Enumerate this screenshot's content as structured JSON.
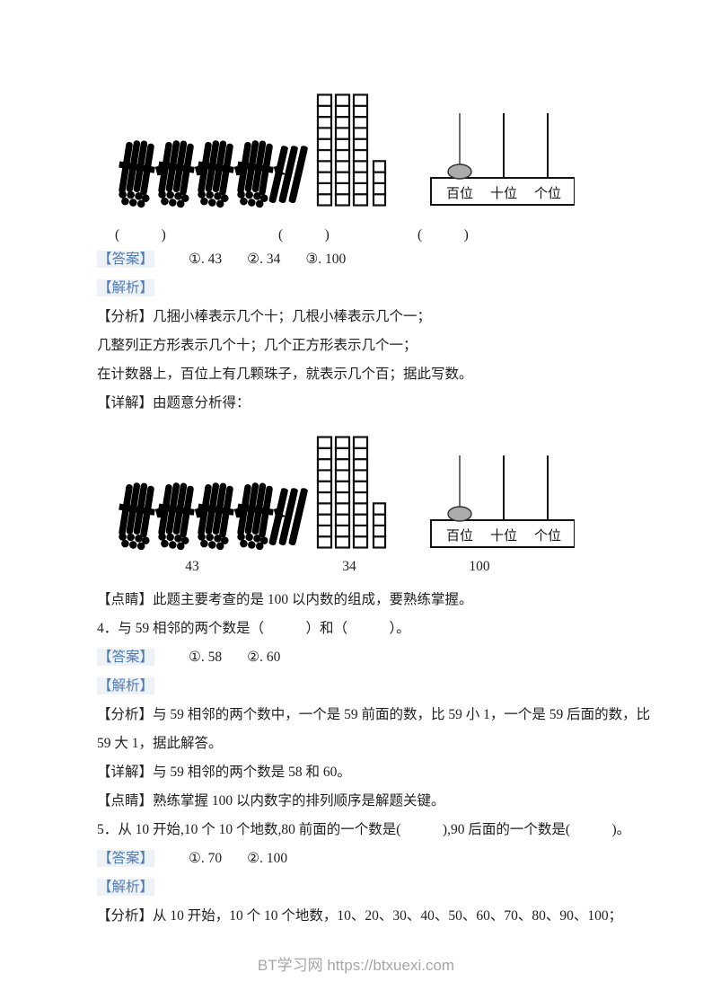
{
  "colors": {
    "marker_blue": "#4d7cb8",
    "marker_bg": "#eef2f7",
    "body_text": "#1f1f1f",
    "footer_gray": "#a6a6a6"
  },
  "q3": {
    "figure": {
      "bundles_count": 4,
      "loose_sticks_count": 3,
      "square_columns": [
        10,
        10,
        10,
        4
      ],
      "abacus_labels": [
        "百位",
        "十位",
        "个位"
      ],
      "abacus_beads": [
        1,
        0,
        0
      ],
      "bracket_blanks": [
        "(　　　)",
        "(　　　)",
        "(　　　)"
      ],
      "answer_numbers": [
        "43",
        "34",
        "100"
      ]
    },
    "answer": {
      "label": "【答案】",
      "items": [
        "①. 43",
        "②. 34",
        "③. 100"
      ]
    },
    "jiexi": "【解析】",
    "fenxi_lines": [
      "【分析】几捆小棒表示几个十；几根小棒表示几个一；",
      "几整列正方形表示几个十；几个正方形表示几个一；",
      "在计数器上，百位上有几颗珠子，就表示几个百；据此写数。"
    ],
    "xiangjie": "【详解】由题意分析得：",
    "dianjing": "【点睛】此题主要考查的是 100 以内数的组成，要熟练掌握。"
  },
  "q4": {
    "question": "4．与 59 相邻的两个数是（　　　）和（　　　）。",
    "answer": {
      "label": "【答案】",
      "items": [
        "①. 58",
        "②. 60"
      ]
    },
    "jiexi": "【解析】",
    "fenxi_lines": [
      "【分析】与 59 相邻的两个数中，一个是 59 前面的数，比 59 小 1，一个是 59 后面的数，比",
      "59 大 1，据此解答。"
    ],
    "xiangjie": "【详解】与 59 相邻的两个数是 58 和 60。",
    "dianjing": "【点睛】熟练掌握 100 以内数字的排列顺序是解题关键。"
  },
  "q5": {
    "question": "5．从 10 开始,10 个 10 个地数,80 前面的一个数是(　　　),90 后面的一个数是(　　　)。",
    "answer": {
      "label": "【答案】",
      "items": [
        "①. 70",
        "②. 100"
      ]
    },
    "jiexi": "【解析】",
    "fenxi_lines": [
      "【分析】从 10 开始，10 个 10 个地数，10、20、30、40、50、60、70、80、90、100；"
    ]
  },
  "footer": {
    "text": "BT学习网 https://btxuexi.com"
  }
}
